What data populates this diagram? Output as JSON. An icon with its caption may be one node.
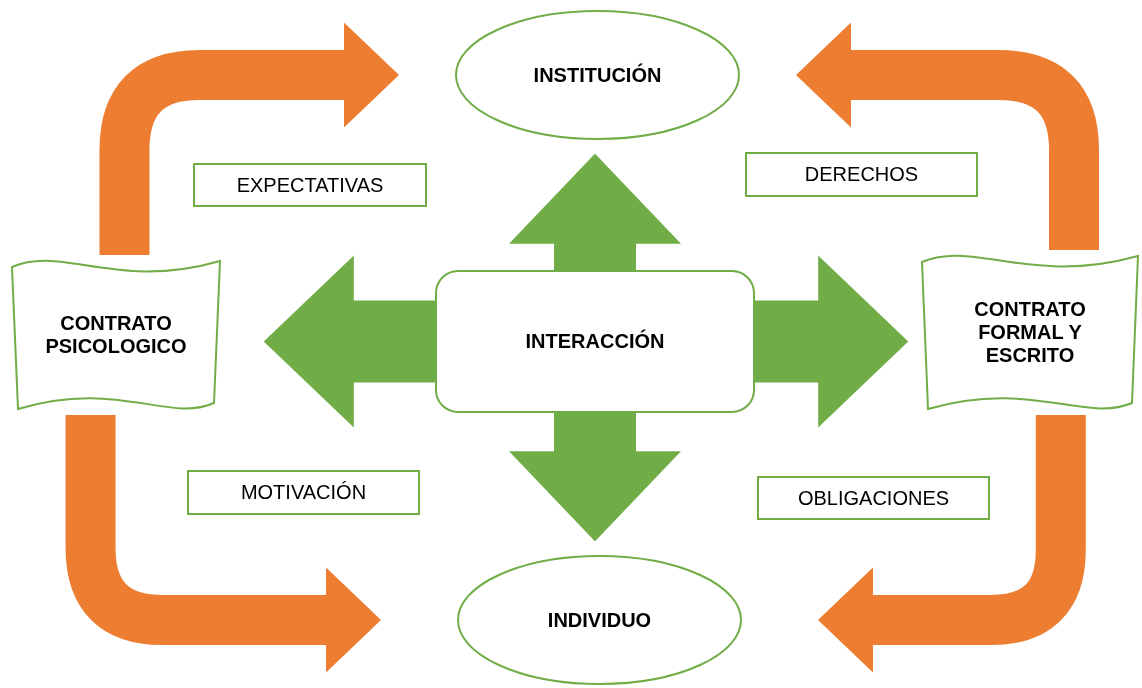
{
  "diagram": {
    "nodes": [
      {
        "text": [
          "INSTITUCIÓN"
        ]
      },
      {
        "text": [
          "EXPECTATIVAS"
        ]
      },
      {
        "text": [
          "DERECHOS"
        ]
      },
      {
        "text": [
          "CONTRATO PSICOLOGICO"
        ]
      },
      {
        "text": [
          "INTERACCIÓN"
        ]
      },
      {
        "text": [
          "CONTRATO FORMAL Y ESCRITO"
        ]
      },
      {
        "text": [
          "MOTIVACIÓN"
        ]
      },
      {
        "text": [
          "OBLIGACIONES"
        ]
      },
      {
        "text": [
          "INDIVIDUO"
        ]
      }
    ],
    "edges": [
      {
        "from": 4,
        "to": 0,
        "arrow": "to",
        "color": "#70ad47"
      },
      {
        "from": 4,
        "to": 3,
        "arrow": "to",
        "color": "#70ad47"
      },
      {
        "from": 4,
        "to": 5,
        "arrow": "to",
        "color": "#70ad47"
      },
      {
        "from": 4,
        "to": 8,
        "arrow": "to",
        "color": "#70ad47"
      },
      {
        "from": 3,
        "to": 0,
        "arrow": "to",
        "color": "#ed7d31"
      },
      {
        "from": 5,
        "to": 0,
        "arrow": "to",
        "color": "#ed7d31"
      },
      {
        "from": 3,
        "to": 8,
        "arrow": "to",
        "color": "#ed7d31"
      },
      {
        "from": 5,
        "to": 8,
        "arrow": "to",
        "color": "#ed7d31"
      }
    ]
  }
}
